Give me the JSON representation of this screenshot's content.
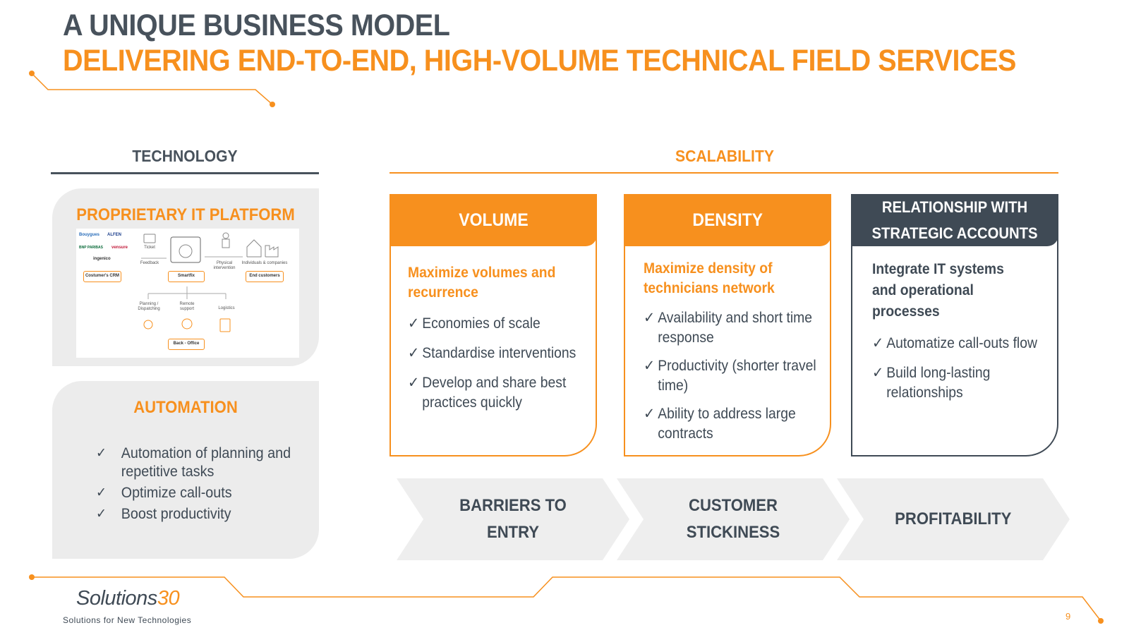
{
  "header": {
    "title_line1": "A UNIQUE BUSINESS MODEL",
    "title_line2": "DELIVERING END-TO-END, HIGH-VOLUME TECHNICAL FIELD SERVICES"
  },
  "technology": {
    "heading": "TECHNOLOGY",
    "it_platform": {
      "title": "PROPRIETARY IT PLATFORM",
      "diagram": {
        "logos": [
          "Bouygues",
          "ALFEN",
          "BNP PARIBAS",
          "vensure",
          "ingenico"
        ],
        "labels": {
          "ticket": "Ticket",
          "feedback": "Feedback",
          "physical": "Physical intervention",
          "individuals": "Individuals & companies",
          "planning": "Planning / Dispatching",
          "remote": "Remote support",
          "logistics": "Logistics"
        },
        "boxes": {
          "crm": "Costumer's CRM",
          "smartfix": "Smartfix",
          "end_customers": "End customers",
          "back_office": "Back - Office"
        }
      }
    },
    "automation": {
      "title": "AUTOMATION",
      "check": "✓",
      "items": [
        "Automation of planning and repetitive tasks",
        "Optimize call-outs",
        "Boost productivity"
      ]
    }
  },
  "scalability": {
    "heading": "SCALABILITY",
    "check": "✓",
    "cards": [
      {
        "title": "VOLUME",
        "subtitle": "Maximize volumes and recurrence",
        "items": [
          "Economies of scale",
          "Standardise interventions",
          "Develop and share best practices quickly"
        ]
      },
      {
        "title": "DENSITY",
        "subtitle": "Maximize density of technicians network",
        "items": [
          "Availability and short time response",
          "Productivity (shorter travel time)",
          "Ability to address large contracts"
        ]
      },
      {
        "title": "RELATIONSHIP WITH STRATEGIC ACCOUNTS",
        "subtitle": "Integrate IT systems and operational processes",
        "items": [
          "Automatize call-outs flow",
          "Build long-lasting relationships"
        ]
      }
    ],
    "outcomes": [
      "BARRIERS TO ENTRY",
      "CUSTOMER STICKINESS",
      "PROFITABILITY"
    ]
  },
  "footer": {
    "logo_text": "Solutions",
    "logo_number": "30",
    "tagline": "Solutions for New Technologies",
    "page_number": "9"
  },
  "colors": {
    "accent": "#f7901e",
    "dark": "#3f4a55",
    "panel": "#ececec",
    "arrow": "#eeeeee"
  }
}
